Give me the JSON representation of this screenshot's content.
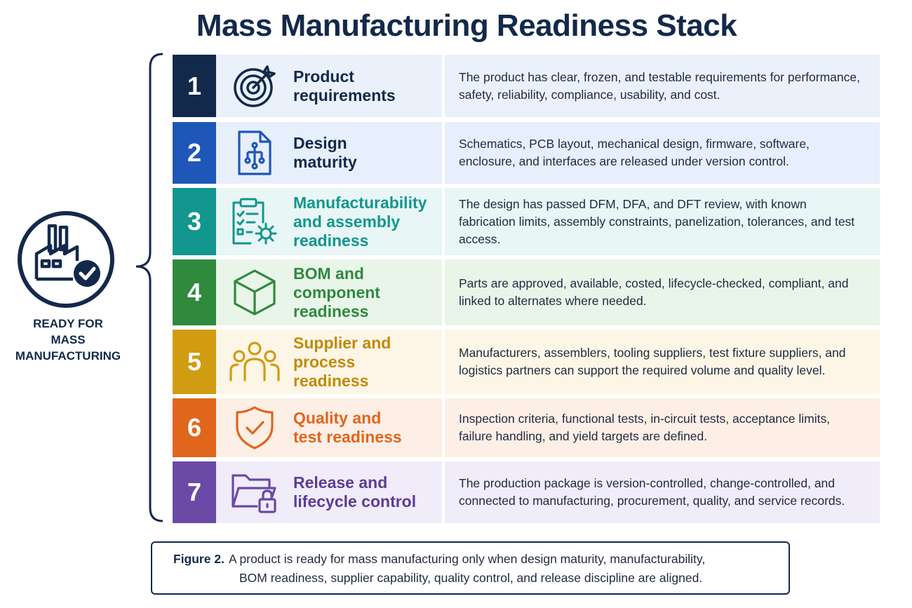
{
  "title": "Mass Manufacturing Readiness Stack",
  "badge": {
    "label_lines": [
      "READY FOR",
      "MASS",
      "MANUFACTURING"
    ]
  },
  "rows": [
    {
      "number": "1",
      "label_lines": [
        "Product",
        "requirements"
      ],
      "icon": "target-icon",
      "accent": "#13294b",
      "bg": "#eaf1fb",
      "description": "The product has clear, frozen, and testable requirements for performance, safety, reliability, compliance, usability, and cost."
    },
    {
      "number": "2",
      "label_lines": [
        "Design",
        "maturity"
      ],
      "icon": "schematic-document-icon",
      "accent": "#1f57b8",
      "bg": "#e6effb",
      "description": "Schematics, PCB layout, mechanical design, firmware, software, enclosure, and interfaces are released under version control."
    },
    {
      "number": "3",
      "label_lines": [
        "Manufacturability",
        "and assembly",
        "readiness"
      ],
      "icon": "checklist-gear-icon",
      "accent": "#12968f",
      "bg": "#e8f6f5",
      "description": "The design has passed DFM, DFA, and DFT review, with known fabrication limits, assembly constraints, panelization, tolerances, and test access."
    },
    {
      "number": "4",
      "label_lines": [
        "BOM and",
        "component",
        "readiness"
      ],
      "icon": "cube-icon",
      "accent": "#2f8a3e",
      "bg": "#eaf5ea",
      "description": "Parts are approved, available, costed, lifecycle-checked, compliant, and linked to alternates where needed."
    },
    {
      "number": "5",
      "label_lines": [
        "Supplier and",
        "process",
        "readiness"
      ],
      "icon": "people-group-icon",
      "accent": "#d19c12",
      "bg": "#fdf6e6",
      "description": "Manufacturers, assemblers, tooling suppliers, test fixture suppliers, and logistics partners can support the required volume and quality level."
    },
    {
      "number": "6",
      "label_lines": [
        "Quality and",
        "test readiness"
      ],
      "icon": "shield-check-icon",
      "accent": "#e0661c",
      "bg": "#fdefe6",
      "description": "Inspection criteria, functional tests, in-circuit tests, acceptance limits, failure handling, and yield targets are defined."
    },
    {
      "number": "7",
      "label_lines": [
        "Release and",
        "lifecycle control"
      ],
      "icon": "folder-lock-icon",
      "accent": "#6a4aa6",
      "bg": "#f1ecf9",
      "description": "The production package is version-controlled, change-controlled, and connected to manufacturing, procurement, quality, and service records."
    }
  ],
  "caption": {
    "figure_label": "Figure 2.",
    "line1": "A product is ready for mass manufacturing only when design maturity, manufacturability,",
    "line2": "BOM readiness, supplier capability, quality control, and release discipline are aligned."
  }
}
